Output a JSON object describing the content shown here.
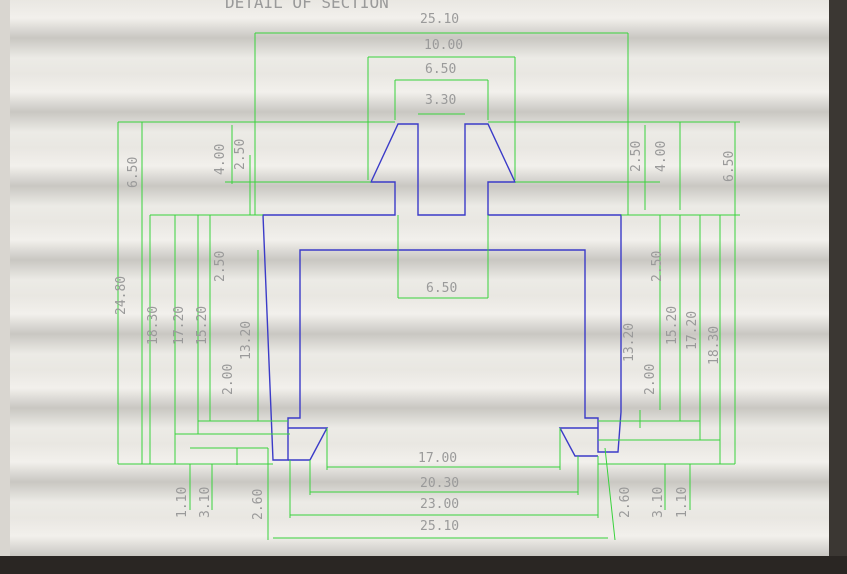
{
  "header_text": "DETAIL OF SECTION",
  "dimensions": {
    "top": [
      "25.10",
      "10.00",
      "6.50",
      "3.30"
    ],
    "mid": "6.50",
    "bottom": [
      "17.00",
      "20.30",
      "23.00",
      "25.10"
    ],
    "left_vertical": [
      "6.50",
      "4.00",
      "2.50",
      "24.80",
      "18.30",
      "17.20",
      "15.20",
      "2.50",
      "13.20",
      "2.00",
      "1.10",
      "3.10",
      "2.60"
    ],
    "right_vertical": [
      "2.50",
      "4.00",
      "6.50",
      "2.50",
      "13.20",
      "15.20",
      "17.20",
      "18.30",
      "2.00",
      "2.60",
      "3.10",
      "1.10"
    ]
  },
  "colors": {
    "dimension_lines": "#39d23c",
    "profile": "#3b3bc8",
    "text": "#9a9a9a"
  }
}
